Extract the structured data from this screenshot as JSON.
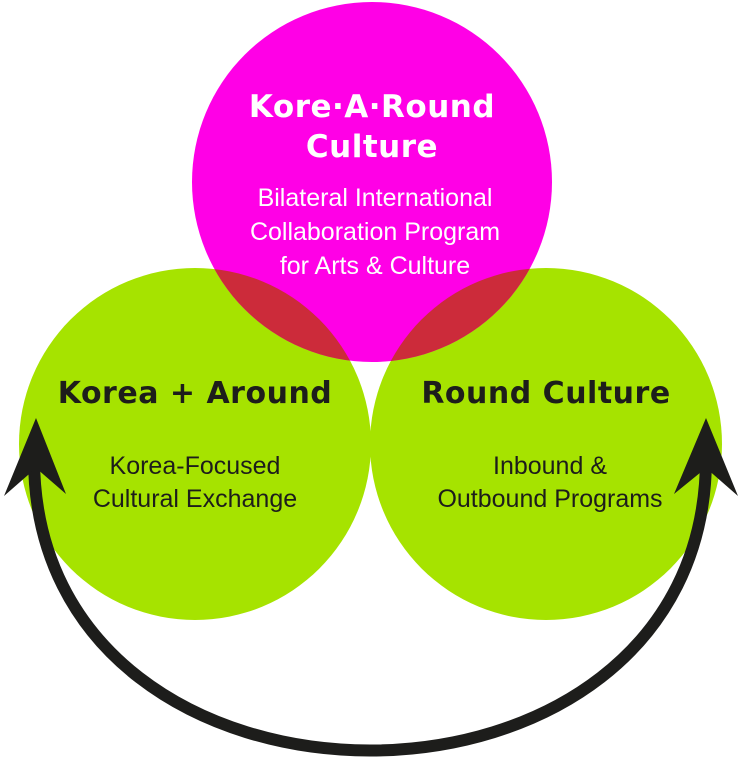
{
  "colors": {
    "background": "#ffffff",
    "top_circle": "#ff00e6",
    "side_circles": "#a6e300",
    "overlap": "#cc2b3a",
    "arrow": "#1d1d1b",
    "title_on_top": "#ffffff",
    "sub_on_top": "#ffffff",
    "title_on_side": "#1d1d1b",
    "sub_on_side": "#1d1d1b"
  },
  "top_circle": {
    "title_line1": "Kore·A·Round",
    "title_line2": "Culture",
    "subtitle_line1": "Bilateral International",
    "subtitle_line2": "Collaboration Program",
    "subtitle_line3": "for Arts & Culture"
  },
  "left_circle": {
    "title": "Korea + Around",
    "subtitle_line1": "Korea-Focused",
    "subtitle_line2": "Cultural Exchange"
  },
  "right_circle": {
    "title": "Round Culture",
    "subtitle_line1": "Inbound &",
    "subtitle_line2": "Outbound Programs"
  },
  "arrow": {
    "type": "double-headed-curved-arrow",
    "left_head_icon": "arrow-head-up-icon",
    "right_head_icon": "arrow-head-up-icon"
  }
}
